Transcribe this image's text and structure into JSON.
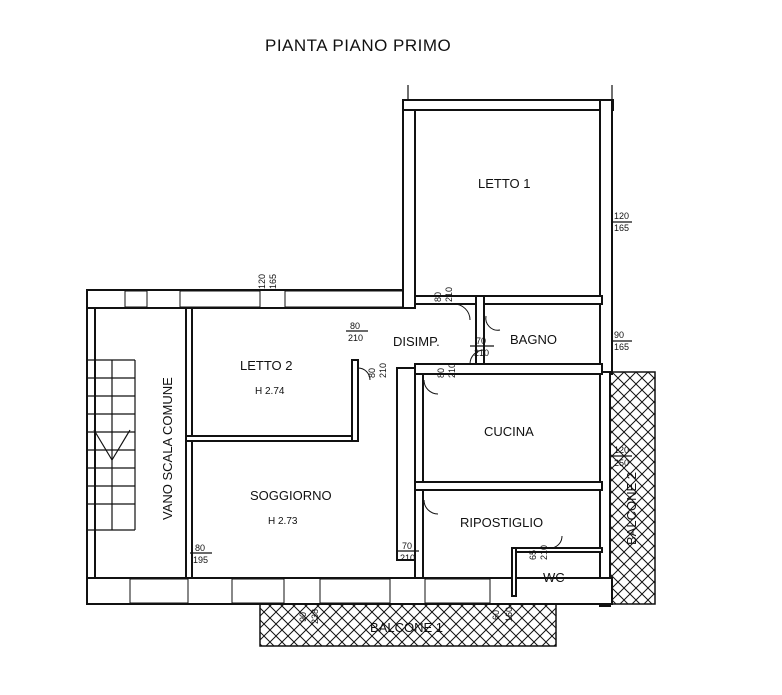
{
  "title": "PIANTA  PIANO  PRIMO",
  "rooms": {
    "letto1": "LETTO 1",
    "letto2": "LETTO 2",
    "letto2_h": "H 2.74",
    "soggiorno": "SOGGIORNO",
    "soggiorno_h": "H 2.73",
    "disimp": "DISIMP.",
    "bagno": "BAGNO",
    "cucina": "CUCINA",
    "ripostiglio": "RIPOSTIGLIO",
    "wc": "WC",
    "vano_scala": "VANO SCALA COMUNE",
    "balcone1": "BALCONE 1",
    "balcone2": "BALCONE 2"
  },
  "dims": {
    "w_letto2_top": [
      "120",
      "165"
    ],
    "w_letto1": [
      "120",
      "165"
    ],
    "w_bagno": [
      "90",
      "165"
    ],
    "w_cucina": [
      "120",
      "250"
    ],
    "d_letto1": [
      "80",
      "210"
    ],
    "d_disimp": [
      "80",
      "210"
    ],
    "d_letto2": [
      "80",
      "210"
    ],
    "d_bagno": [
      "70",
      "210"
    ],
    "d_cucina": [
      "80",
      "210"
    ],
    "d_soggiorno": [
      "80",
      "195"
    ],
    "d_ripost": [
      "70",
      "210"
    ],
    "d_wc": [
      "65",
      "210"
    ],
    "w_balcone_left": [
      "90",
      "238"
    ],
    "w_balcone_right": [
      "60",
      "160"
    ]
  }
}
